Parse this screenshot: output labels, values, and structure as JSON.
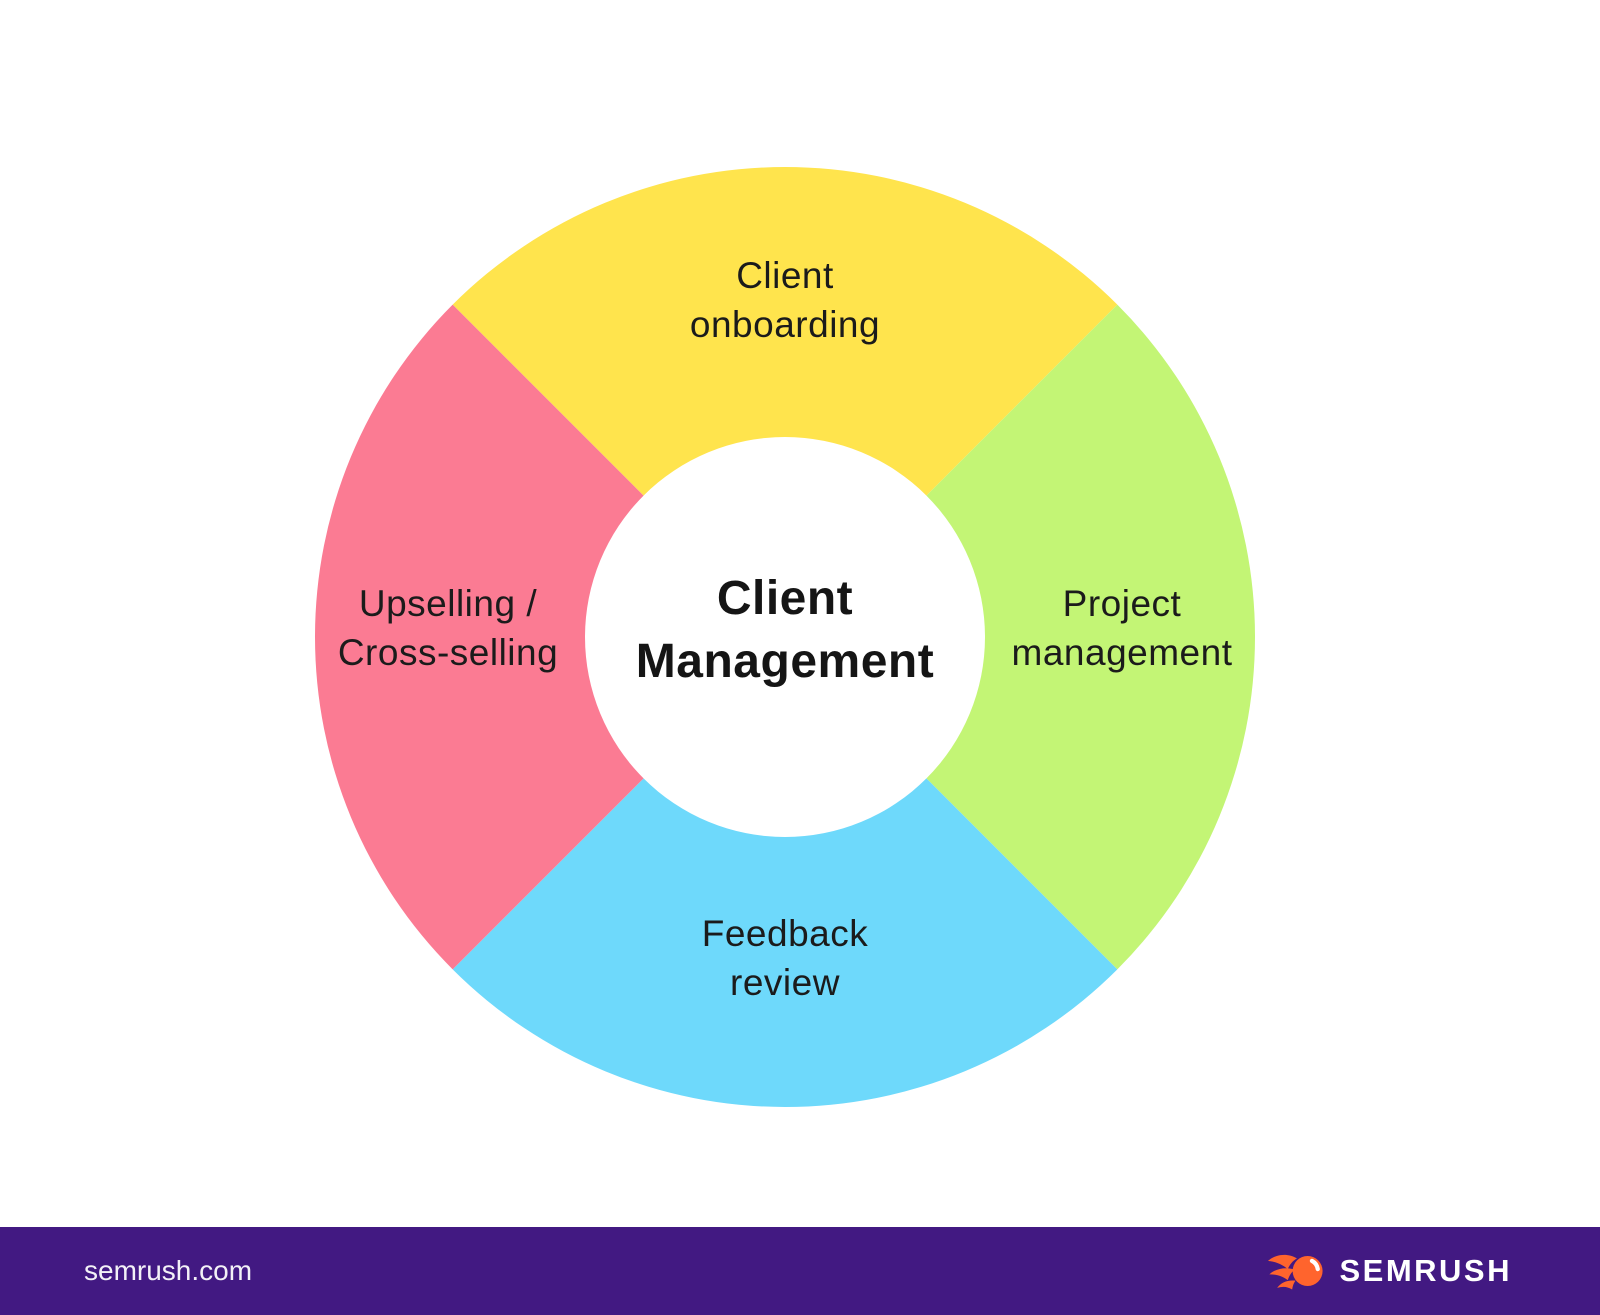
{
  "diagram": {
    "center_title": "Client Management",
    "segments": [
      {
        "label": "Client onboarding",
        "color": "#FFE44D",
        "position": "top"
      },
      {
        "label": "Project management",
        "color": "#C3F575",
        "position": "right"
      },
      {
        "label": "Feedback review",
        "color": "#6ED9FB",
        "position": "bottom"
      },
      {
        "label": "Upselling / Cross-selling",
        "color": "#FB7B93",
        "position": "left"
      }
    ]
  },
  "footer": {
    "site_url": "semrush.com",
    "brand_name": "SEMRUSH",
    "background_color": "#421982",
    "logo_color": "#FF642D",
    "text_color": "#FFFFFF"
  }
}
